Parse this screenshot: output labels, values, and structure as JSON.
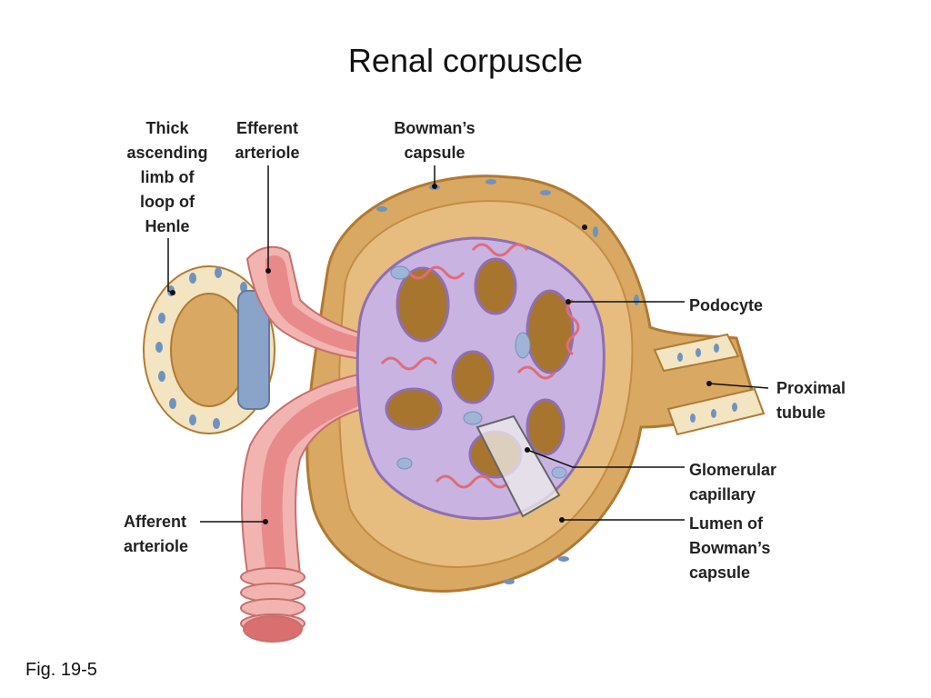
{
  "slide": {
    "title": "Renal corpuscle",
    "caption": "Fig. 19-5"
  },
  "labels": {
    "thick_ascending_limb": "Thick\nascending\nlimb of\nloop of\nHenle",
    "efferent_arteriole": "Efferent\narteriole",
    "bowmans_capsule": "Bowman’s\ncapsule",
    "podocyte": "Podocyte",
    "proximal_tubule": "Proximal\ntubule",
    "glomerular_capillary": "Glomerular\ncapillary",
    "lumen_bowmans_capsule": "Lumen of\nBowman’s\ncapsule",
    "afferent_arteriole": "Afferent\narteriole"
  },
  "colors": {
    "capsule_tan": "#d9a862",
    "capsule_edge": "#b07a33",
    "capsule_inner": "#e6bd7f",
    "arteriole_pink": "#e88a8a",
    "arteriole_wall": "#f2b4b0",
    "glomerulus_lavender": "#c9b3e0",
    "glomerulus_edge": "#8e6fb3",
    "tubule_cream": "#f3e4c2",
    "nucleus_blue": "#6f93bf",
    "leader_line": "#111111"
  }
}
